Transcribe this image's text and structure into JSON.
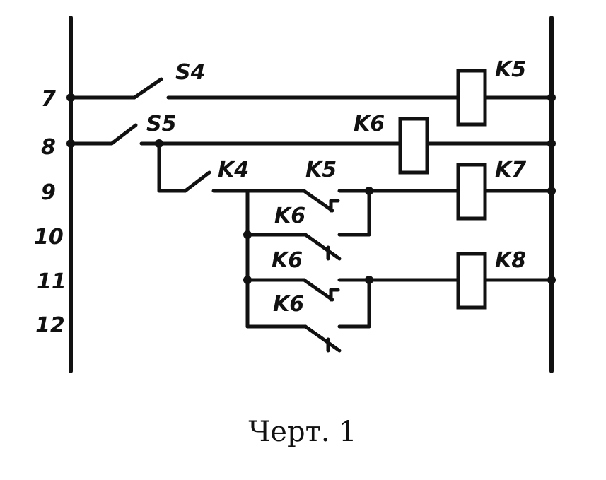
{
  "rows": [
    "7",
    "8",
    "9",
    "10",
    "11",
    "12"
  ],
  "labels": {
    "s4": "S4",
    "s5": "S5",
    "k4": "K4",
    "k5_contact": "K5",
    "k5_coil": "K5",
    "k6_coil": "K6",
    "k7_coil": "K7",
    "k8_coil": "K8",
    "k6_contact_a": "K6",
    "k6_contact_b": "K6",
    "k6_contact_c": "K6"
  },
  "caption": "Черт. 1"
}
